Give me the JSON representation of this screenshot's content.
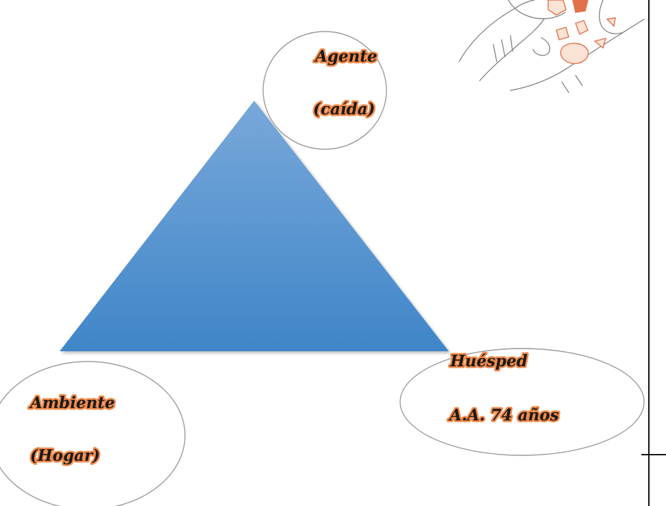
{
  "nodes": {
    "agente": {
      "line1": "Agente",
      "line2": "(caída)"
    },
    "huesped": {
      "line1": "Huésped",
      "line2": "A.A. 74 años"
    },
    "ambiente": {
      "line1": "Ambiente",
      "line2": "(Hogar)"
    }
  },
  "colors": {
    "triangle_top": "#79a8da",
    "triangle_bottom": "#3f86c8",
    "text_glow": "#f28a4a",
    "outline": "#9a9a9a",
    "illustration_accent": "#e2704a"
  },
  "decorations": {
    "corner_illustration": "hands-holding-broken-pieces-illustration"
  }
}
